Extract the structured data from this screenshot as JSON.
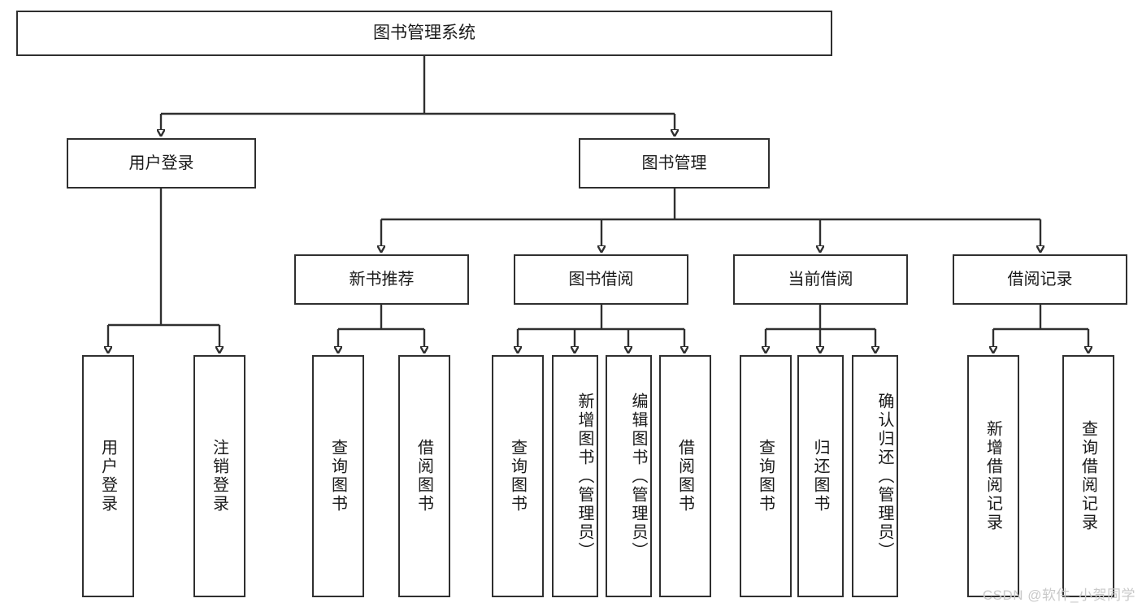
{
  "diagram": {
    "type": "tree-hierarchy",
    "title": "图书管理系统",
    "root": {
      "label": "图书管理系统"
    },
    "level2": [
      {
        "id": "user-login",
        "label": "用户登录"
      },
      {
        "id": "book-management",
        "label": "图书管理"
      }
    ],
    "level3": [
      {
        "id": "new-book-recommend",
        "label": "新书推荐",
        "parent": "book-management"
      },
      {
        "id": "book-borrow",
        "label": "图书借阅",
        "parent": "book-management"
      },
      {
        "id": "current-borrow",
        "label": "当前借阅",
        "parent": "book-management"
      },
      {
        "id": "borrow-record",
        "label": "借阅记录",
        "parent": "book-management"
      }
    ],
    "leaves": {
      "user-login": [
        {
          "id": "leaf-user-login",
          "label": "用户登录"
        },
        {
          "id": "leaf-logout",
          "label": "注销登录"
        }
      ],
      "new-book-recommend": [
        {
          "id": "leaf-query-book-1",
          "label": "查询图书"
        },
        {
          "id": "leaf-borrow-book-1",
          "label": "借阅图书"
        }
      ],
      "book-borrow": [
        {
          "id": "leaf-query-book-2",
          "label": "查询图书"
        },
        {
          "id": "leaf-add-book-admin",
          "label": "新增图书（管理员）"
        },
        {
          "id": "leaf-edit-book-admin",
          "label": "编辑图书（管理员）"
        },
        {
          "id": "leaf-borrow-book-2",
          "label": "借阅图书"
        }
      ],
      "current-borrow": [
        {
          "id": "leaf-query-book-3",
          "label": "查询图书"
        },
        {
          "id": "leaf-return-book",
          "label": "归还图书"
        },
        {
          "id": "leaf-confirm-return-admin",
          "label": "确认归还（管理员）"
        }
      ],
      "borrow-record": [
        {
          "id": "leaf-add-borrow-record",
          "label": "新增借阅记录"
        },
        {
          "id": "leaf-query-borrow-record",
          "label": "查询借阅记录"
        }
      ]
    }
  },
  "watermark": {
    "text": "CSDN @软件_小贺同学"
  },
  "colors": {
    "stroke": "#2f2f2f",
    "text": "#1a1a1a",
    "background": "#ffffff",
    "watermark": "#c9c9c9"
  }
}
